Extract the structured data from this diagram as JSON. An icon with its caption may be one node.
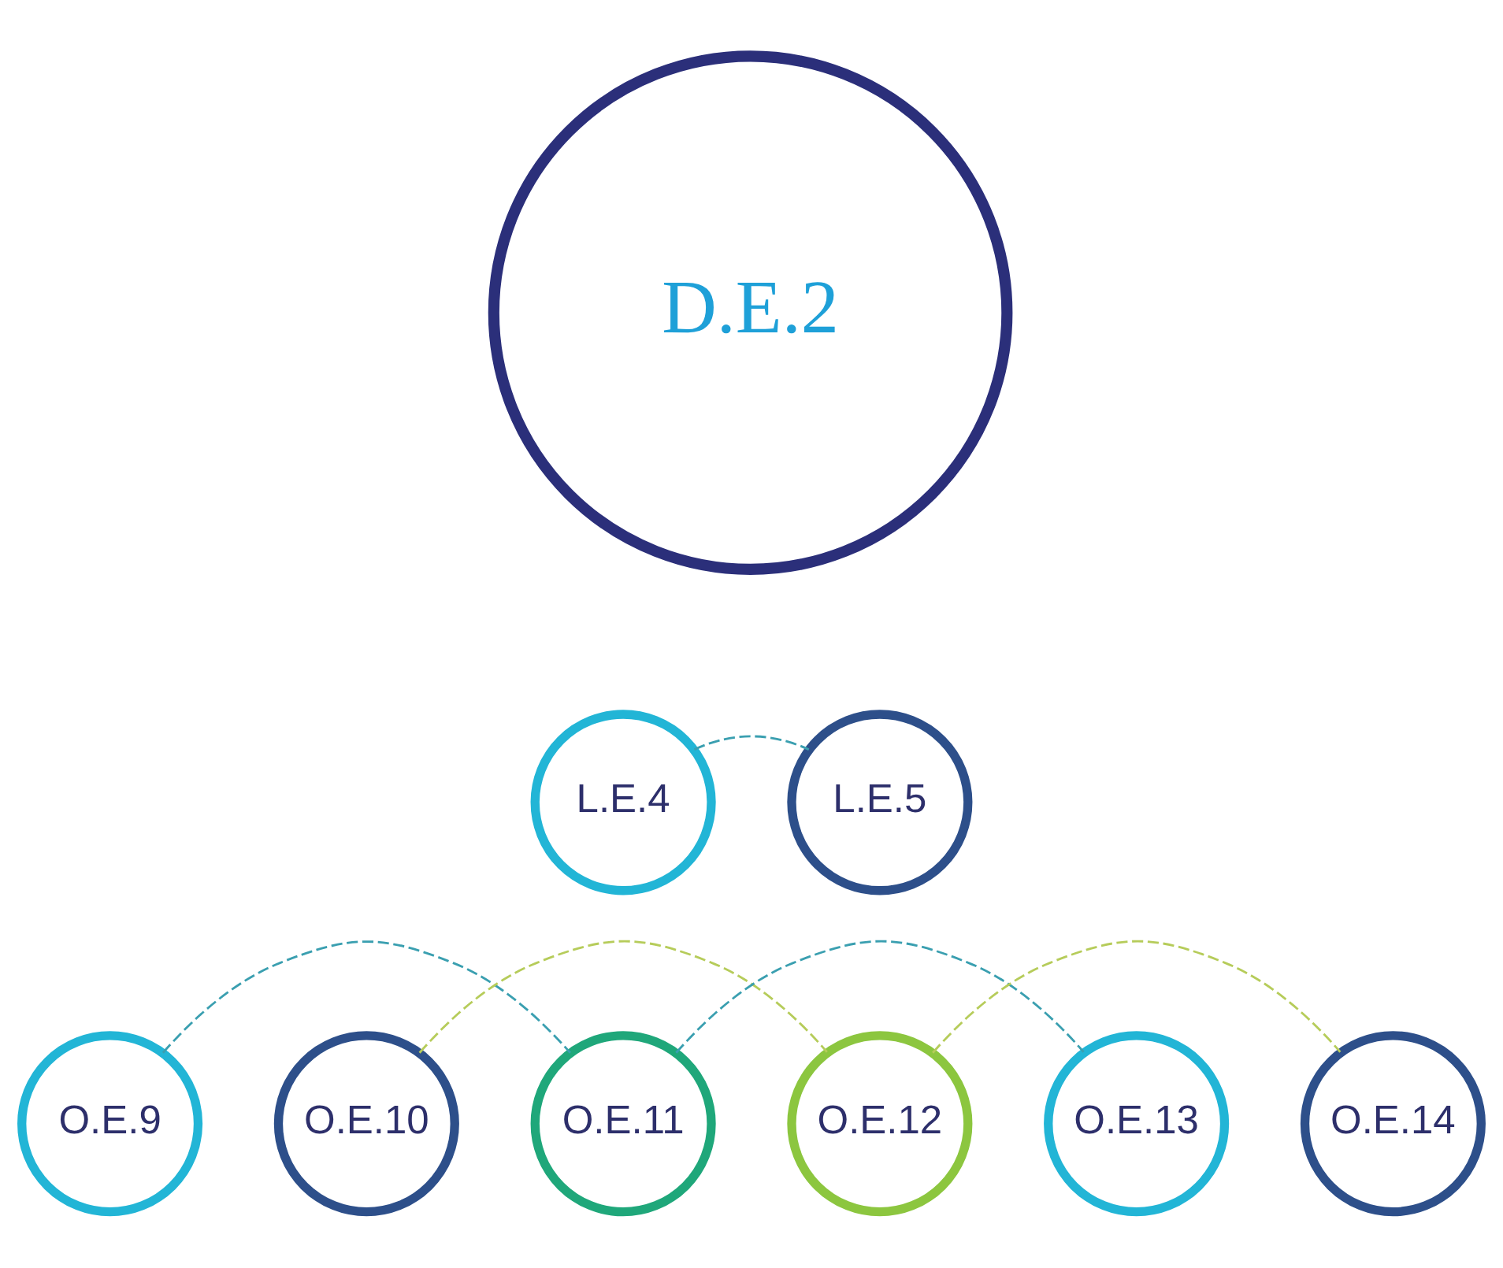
{
  "diagram": {
    "nodes": [
      {
        "text": [
          "D.E.2"
        ]
      },
      {
        "text": [
          "L.E.4"
        ]
      },
      {
        "text": [
          "L.E.5"
        ]
      },
      {
        "text": [
          "O.E.9"
        ]
      },
      {
        "text": [
          "O.E.10"
        ]
      },
      {
        "text": [
          "O.E.11"
        ]
      },
      {
        "text": [
          "O.E.12"
        ]
      },
      {
        "text": [
          "O.E.13"
        ]
      },
      {
        "text": [
          "O.E.14"
        ]
      }
    ],
    "edges": [
      {
        "from": 1,
        "to": 2,
        "arrow": "none",
        "style": "dashed",
        "color": "#3a9fb0"
      },
      {
        "from": 3,
        "to": 5,
        "arrow": "none",
        "style": "dashed",
        "color": "#3a9fb0"
      },
      {
        "from": 4,
        "to": 6,
        "arrow": "none",
        "style": "dashed",
        "color": "#b6cc5a"
      },
      {
        "from": 5,
        "to": 7,
        "arrow": "none",
        "style": "dashed",
        "color": "#3a9fb0"
      },
      {
        "from": 6,
        "to": 8,
        "arrow": "none",
        "style": "dashed",
        "color": "#b6cc5a"
      }
    ]
  }
}
